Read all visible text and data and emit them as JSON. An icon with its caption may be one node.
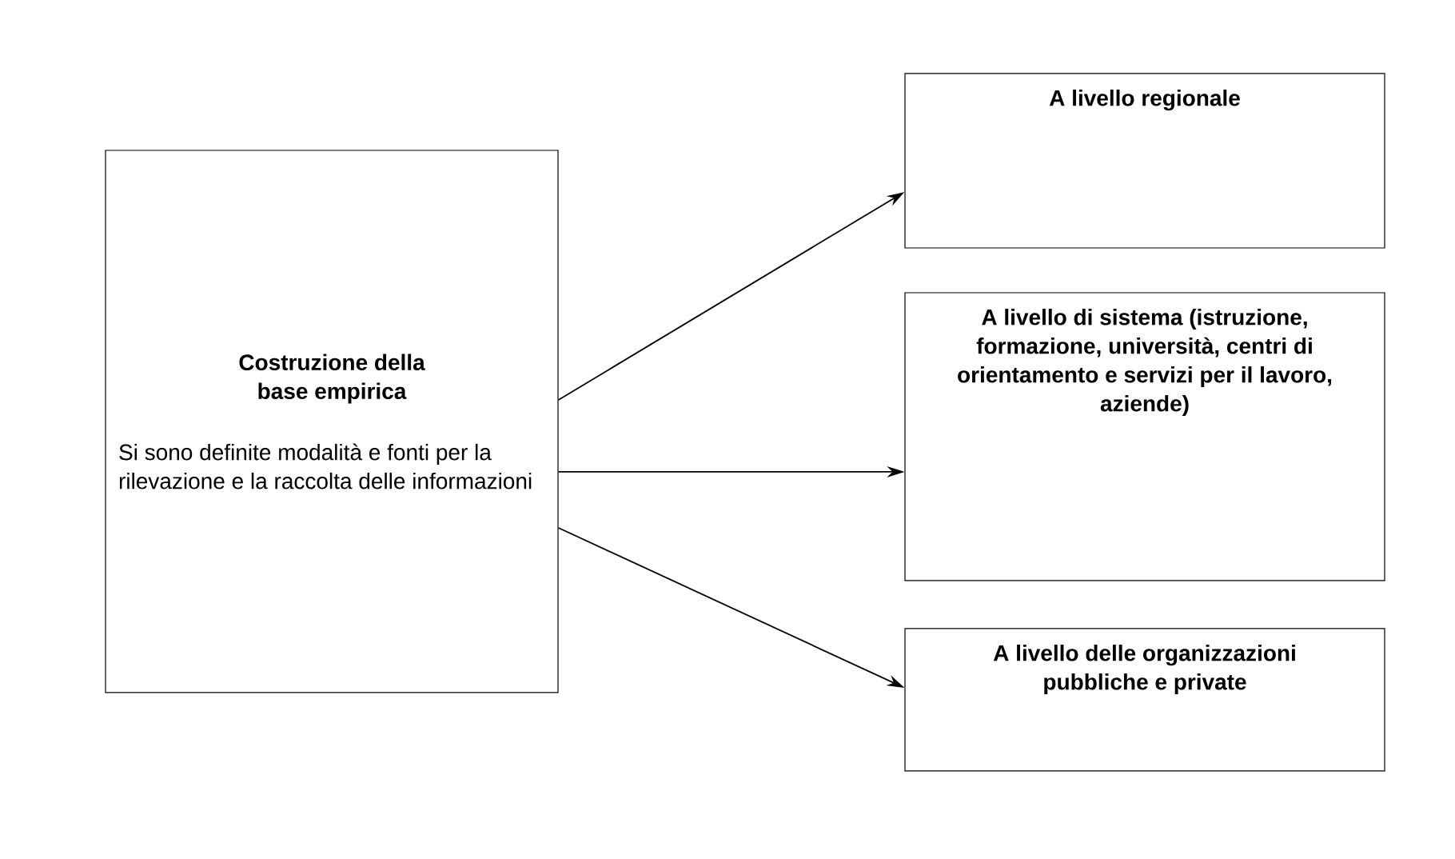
{
  "diagram": {
    "nodes": [
      {
        "text": [
          "Costruzione della base empirica",
          "Si sono definite modalità e fonti per la rilevazione e la raccolta delle informazioni"
        ]
      },
      {
        "text": [
          "A livello regionale"
        ]
      },
      {
        "text": [
          "A livello di sistema (istruzione, formazione, università, centri di orientamento e servizi per il lavoro, aziende)"
        ]
      },
      {
        "text": [
          "A livello delle organizzazioni pubbliche e private"
        ]
      }
    ],
    "edges": [
      {
        "from": 0,
        "to": 1,
        "arrow": "to"
      },
      {
        "from": 0,
        "to": 2,
        "arrow": "to"
      },
      {
        "from": 0,
        "to": 3,
        "arrow": "to"
      }
    ]
  }
}
